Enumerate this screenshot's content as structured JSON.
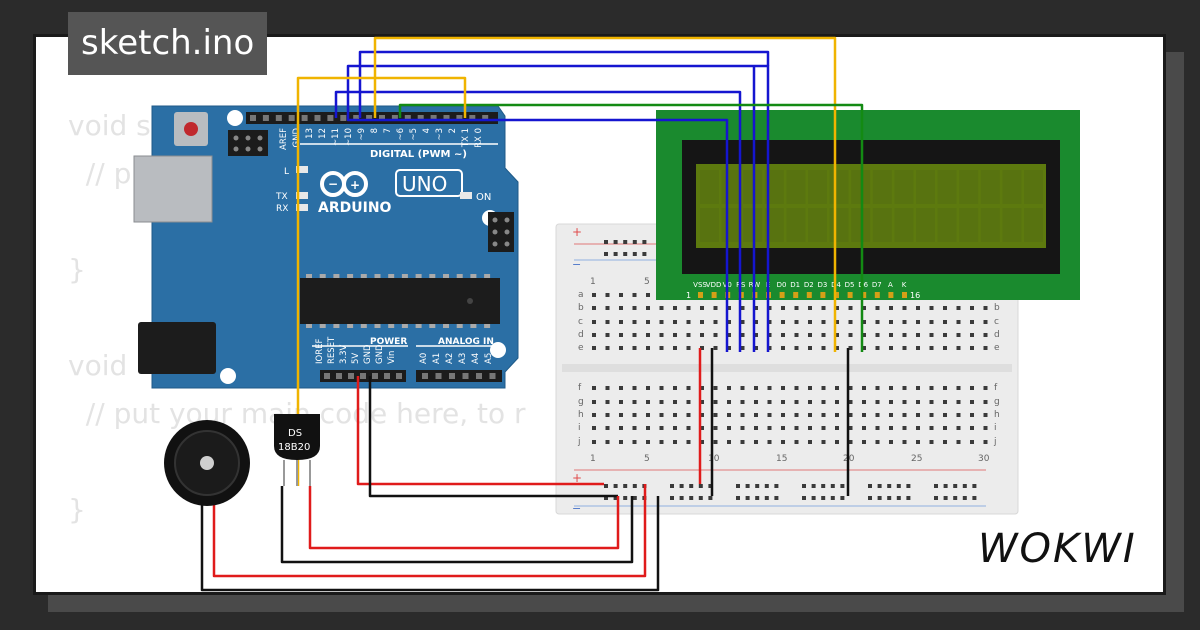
{
  "title": "sketch.ino",
  "logo": "WOKWI",
  "code_lines": [
    "void s",
    "  // p                       to run on",
    "}",
    "void",
    "  // put your main code here, to r",
    "}"
  ],
  "arduino": {
    "brand": "ARDUINO",
    "model": "UNO",
    "digital_label": "DIGITAL (PWM ~)",
    "power_label": "POWER",
    "analog_label": "ANALOG IN",
    "on_label": "ON",
    "l_label": "L",
    "tx_label": "TX",
    "rx_label": "RX",
    "digital_pins": [
      "AREF",
      "GND",
      "13",
      "12",
      "~11",
      "~10",
      "~9",
      "8",
      "7",
      "~6",
      "~5",
      "4",
      "~3",
      "2",
      "TX 1",
      "RX 0"
    ],
    "power_pins": [
      "IOREF",
      "RESET",
      "3.3V",
      "5V",
      "GND",
      "GND",
      "Vin"
    ],
    "analog_pins": [
      "A0",
      "A1",
      "A2",
      "A3",
      "A4",
      "A5"
    ]
  },
  "sensor": {
    "line1": "DS",
    "line2": "18B20"
  },
  "lcd": {
    "pins": [
      "VSS",
      "VDD",
      "V0",
      "RS",
      "RW",
      "E",
      "D0",
      "D1",
      "D2",
      "D3",
      "D4",
      "D5",
      "D6",
      "D7",
      "A",
      "K"
    ],
    "pin_first": "1",
    "pin_last": "16"
  },
  "breadboard": {
    "rows_top": [
      "a",
      "b",
      "c",
      "d",
      "e"
    ],
    "rows_bottom": [
      "f",
      "g",
      "h",
      "i",
      "j"
    ],
    "col_labels": [
      "1",
      "5",
      "10",
      "15",
      "20",
      "25",
      "30"
    ],
    "plus": "+",
    "minus": "−"
  },
  "colors": {
    "wire_blue": "#1515d0",
    "wire_yellow": "#f0b400",
    "wire_green": "#138a13",
    "wire_red": "#e01b1b",
    "wire_black": "#111111",
    "arduino_blue": "#2b6fa5",
    "lcd_green": "#1a8a2e",
    "lcd_screen": "#5d7a0e"
  }
}
